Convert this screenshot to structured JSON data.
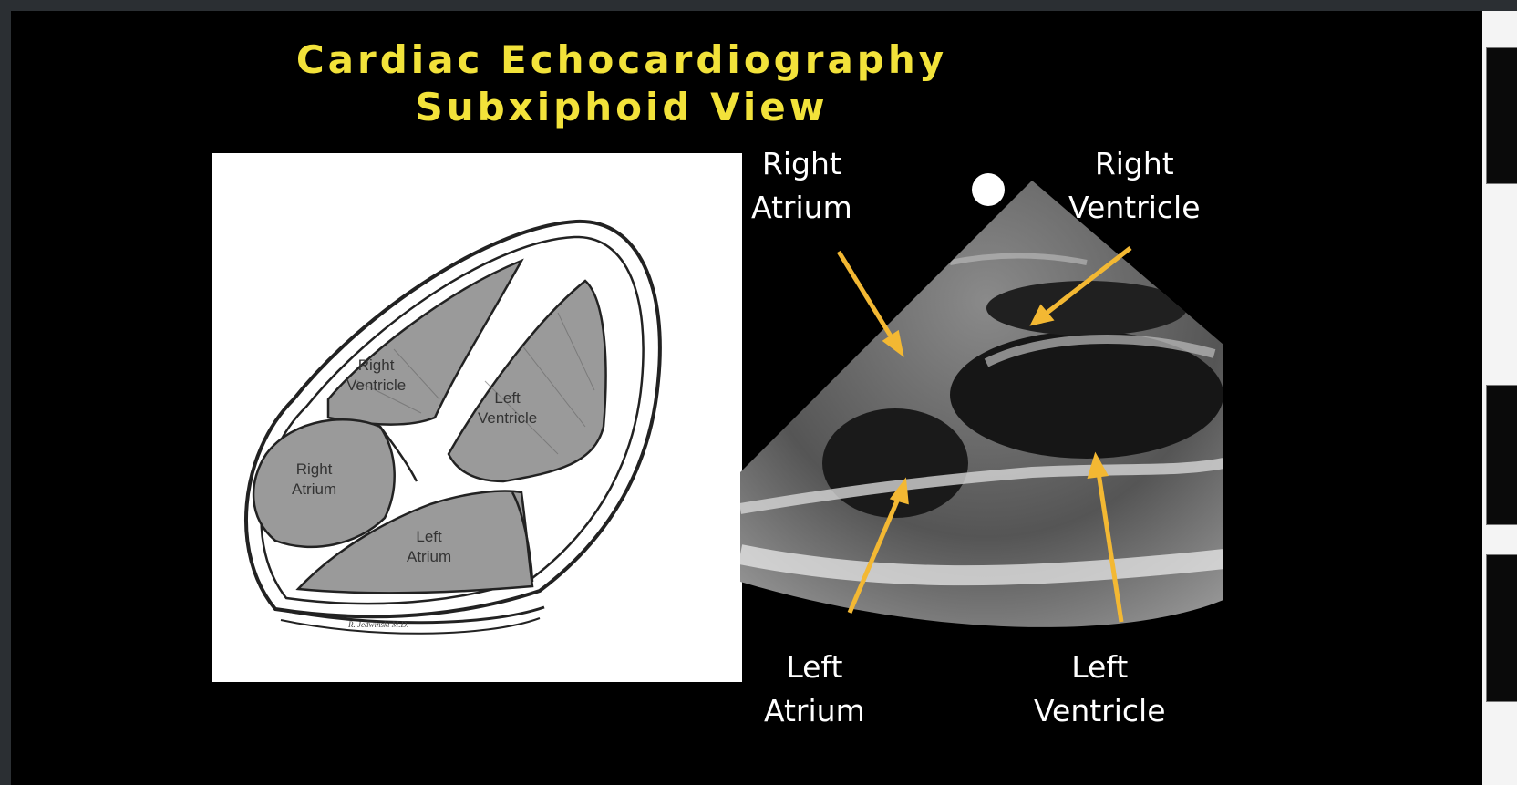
{
  "slide": {
    "title_line1": "Cardiac Echocardiography",
    "title_line2": "Subxiphoid View"
  },
  "diagram": {
    "labels": {
      "right_ventricle": "Right\nVentricle",
      "left_ventricle": "Left\nVentricle",
      "right_atrium": "Right\nAtrium",
      "left_atrium": "Left\nAtrium"
    },
    "signature": "R. Jedwinski M.D."
  },
  "echo": {
    "labels": {
      "right_atrium": [
        "Right",
        "Atrium"
      ],
      "right_ventricle": [
        "Right",
        "Ventricle"
      ],
      "left_atrium": [
        "Left",
        "Atrium"
      ],
      "left_ventricle": [
        "Left",
        "Ventricle"
      ]
    },
    "arrow_color": "#f3b833"
  },
  "colors": {
    "title": "#f2e23a",
    "background": "#000000",
    "chamber_fill": "#9a9a9a"
  }
}
